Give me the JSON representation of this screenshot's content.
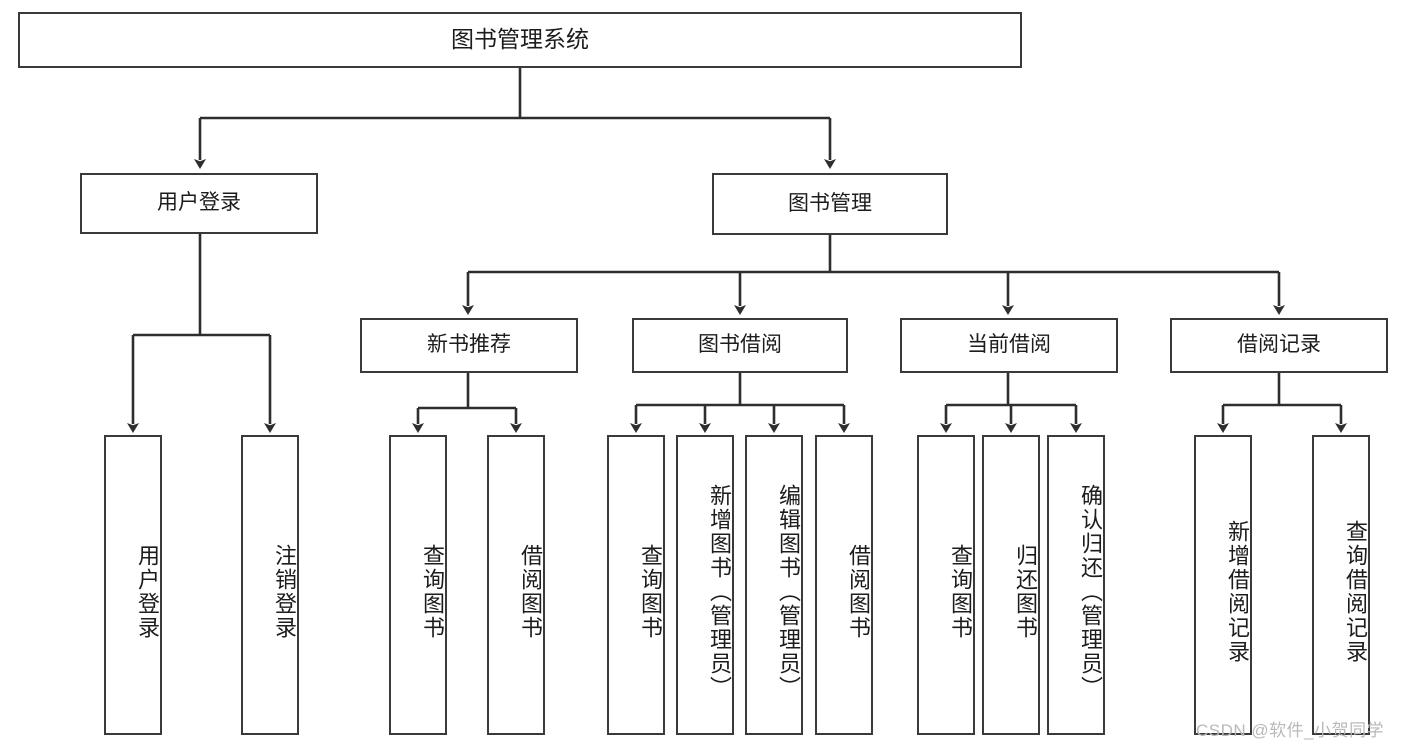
{
  "diagram": {
    "title": "图书管理系统",
    "type": "tree-hierarchy-diagram",
    "watermark": "CSDN @软件_小贺同学",
    "colors": {
      "stroke": "#3a3a3a",
      "fill": "#ffffff",
      "text": "#1c1c1c",
      "watermark": "#b9b9b9"
    },
    "root": {
      "label": "图书管理系统"
    },
    "level2": [
      {
        "label": "用户登录"
      },
      {
        "label": "图书管理"
      }
    ],
    "level3": [
      {
        "label": "新书推荐"
      },
      {
        "label": "图书借阅"
      },
      {
        "label": "当前借阅"
      },
      {
        "label": "借阅记录"
      }
    ],
    "leaves": {
      "user_login": [
        {
          "label": "用户登录"
        },
        {
          "label": "注销登录"
        }
      ],
      "new_book_recommend": [
        {
          "label": "查询图书"
        },
        {
          "label": "借阅图书"
        }
      ],
      "book_borrow": [
        {
          "label": "查询图书"
        },
        {
          "label": "新增图书（管理员）"
        },
        {
          "label": "编辑图书（管理员）"
        },
        {
          "label": "借阅图书"
        }
      ],
      "current_borrow": [
        {
          "label": "查询图书"
        },
        {
          "label": "归还图书"
        },
        {
          "label": "确认归还（管理员）"
        }
      ],
      "borrow_record": [
        {
          "label": "新增借阅记录"
        },
        {
          "label": "查询借阅记录"
        }
      ]
    }
  }
}
